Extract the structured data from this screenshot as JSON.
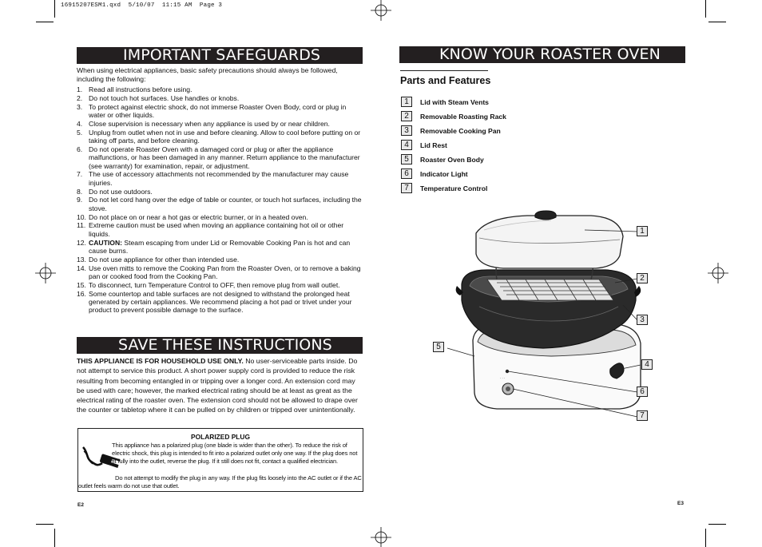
{
  "file_header": "16915207ESM1.qxd  5/10/07  11:15 AM  Page 3",
  "left_page": {
    "safeguards_title": "IMPORTANT SAFEGUARDS",
    "intro": "When using electrical appliances, basic safety precautions should always be followed, including the following:",
    "items": [
      {
        "num": "1.",
        "text": "Read all instructions before using."
      },
      {
        "num": "2.",
        "text": "Do not touch hot surfaces. Use handles or knobs."
      },
      {
        "num": "3.",
        "text": "To protect against electric shock, do not immerse Roaster Oven Body, cord or plug in water or other liquids."
      },
      {
        "num": "4.",
        "text": "Close supervision is necessary when any appliance is used by or near children."
      },
      {
        "num": "5.",
        "text": "Unplug from outlet when not in use and before cleaning. Allow to cool before putting on or taking off parts, and before cleaning."
      },
      {
        "num": "6.",
        "text": "Do not operate Roaster Oven with a damaged cord or plug or after the appliance malfunctions, or has been damaged in any manner. Return appliance to the manufacturer (see warranty) for examination, repair, or adjustment."
      },
      {
        "num": "7.",
        "text": "The use of accessory attachments not recommended by the manufacturer may cause injuries."
      },
      {
        "num": "8.",
        "text": "Do not use outdoors."
      },
      {
        "num": "9.",
        "text": "Do not let cord hang over the edge of table or counter, or touch hot surfaces, including the stove."
      },
      {
        "num": "10.",
        "text": "Do not place on or near a hot gas or electric burner, or in a heated oven."
      },
      {
        "num": "11.",
        "text": "Extreme caution must be used when moving an appliance containing hot oil or other liquids."
      },
      {
        "num": "12.",
        "caution": "CAUTION:",
        "text": " Steam escaping from under Lid or Removable Cooking Pan is hot and can cause burns."
      },
      {
        "num": "13.",
        "text": "Do not use appliance for other than intended use."
      },
      {
        "num": "14.",
        "text": "Use oven mitts to remove the Cooking Pan from the Roaster Oven, or to remove a baking pan or cooked food from the Cooking Pan."
      },
      {
        "num": "15.",
        "text": "To disconnect, turn Temperature Control to OFF, then remove plug from wall outlet."
      },
      {
        "num": "16.",
        "text": "Some countertop and table surfaces are not designed to withstand the prolonged heat generated by certain appliances. We recommend placing a hot pad or trivet under your product to prevent possible damage to the surface."
      }
    ],
    "save_title": "SAVE THESE INSTRUCTIONS",
    "household_bold": "THIS APPLIANCE IS FOR HOUSEHOLD USE ONLY.",
    "household_text": " No user-serviceable parts inside. Do not attempt to service this product. A short power supply cord is provided to reduce the risk resulting from becoming entangled in or tripping over a longer cord. An extension cord may be used with care; however, the marked electrical rating should be at least as great as the electrical rating of the roaster oven. The extension cord should not be allowed to drape over the counter or tabletop where it can be pulled on by children or tripped over unintentionally.",
    "plug_title": "POLARIZED PLUG",
    "plug_text1": "This appliance has a polarized plug (one blade is wider than the other). To reduce the risk of electric shock, this plug is intended to fit into a polarized outlet only one way. If the plug does not fit fully into the outlet, reverse the plug. If it still does not fit, contact a qualified electrician.",
    "plug_text2": "Do not attempt to modify the plug in any way. If the plug fits loosely into the AC outlet or if the AC outlet feels warm do not use that outlet.",
    "page_number": "E2"
  },
  "right_page": {
    "title": "KNOW YOUR ROASTER OVEN",
    "section_title": "Parts and Features",
    "parts": [
      {
        "num": "1",
        "label": "Lid with Steam Vents"
      },
      {
        "num": "2",
        "label": "Removable Roasting Rack"
      },
      {
        "num": "3",
        "label": "Removable Cooking Pan"
      },
      {
        "num": "4",
        "label": "Lid Rest"
      },
      {
        "num": "5",
        "label": "Roaster Oven Body"
      },
      {
        "num": "6",
        "label": "Indicator Light"
      },
      {
        "num": "7",
        "label": "Temperature Control"
      }
    ],
    "page_number": "E3"
  },
  "colors": {
    "banner": "#231f20",
    "banner_text": "#ffffff",
    "number_box": "#e9e9e9"
  },
  "icons": [
    "registration-mark-icon",
    "polarized-plug-icon",
    "roaster-oven-illustration"
  ]
}
